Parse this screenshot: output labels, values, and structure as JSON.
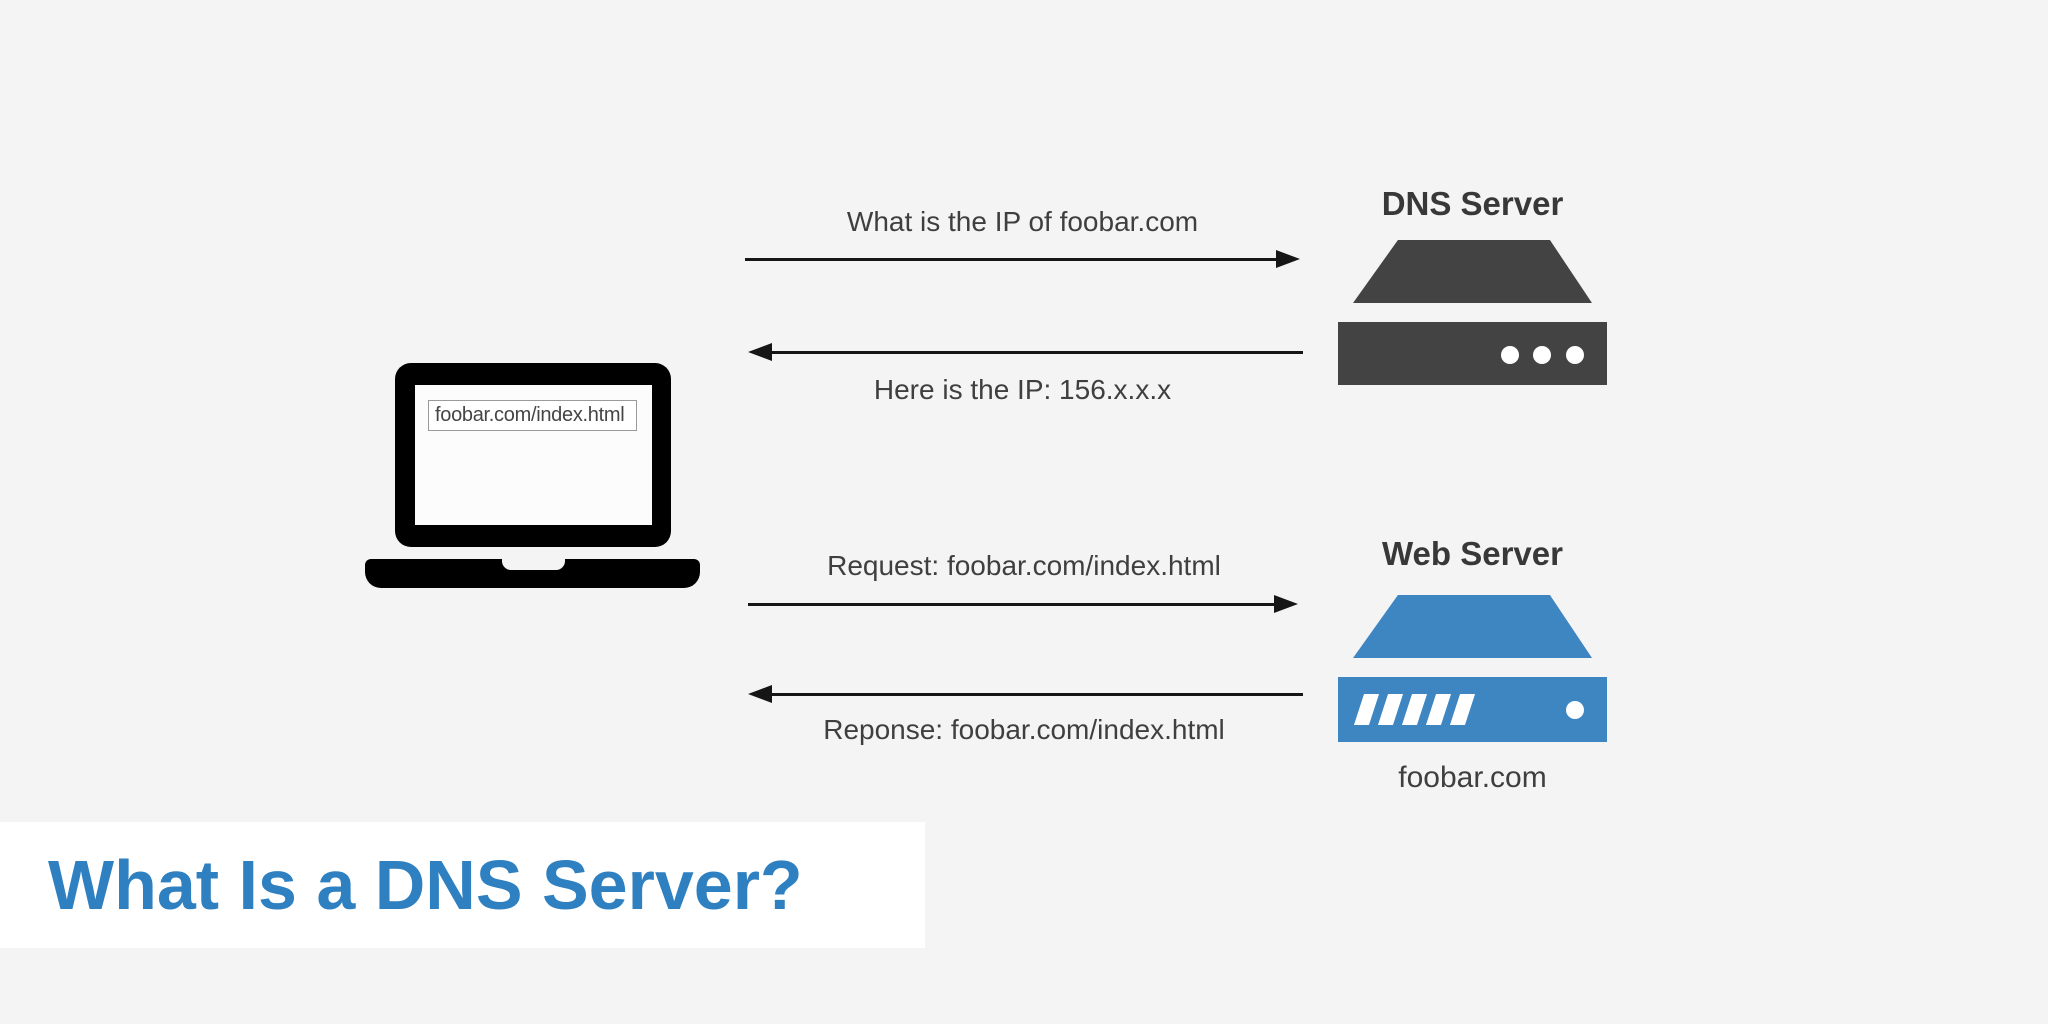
{
  "page": {
    "background_color": "#f4f4f4"
  },
  "title_banner": {
    "text": "What Is a DNS Server?",
    "text_color": "#2e80c1",
    "background_color": "#ffffff"
  },
  "client_laptop": {
    "browser_url": "foobar.com/index.html"
  },
  "dns_server": {
    "label": "DNS Server",
    "icon_color": "#434343"
  },
  "web_server": {
    "label": "Web Server",
    "domain": "foobar.com",
    "icon_color": "#3d86c2"
  },
  "messages": {
    "dns_request": {
      "text": "What is the IP of foobar.com",
      "direction": "right"
    },
    "dns_response": {
      "text": "Here is the IP: 156.x.x.x",
      "direction": "left"
    },
    "web_request": {
      "text": "Request: foobar.com/index.html",
      "direction": "right"
    },
    "web_response": {
      "text": "Reponse: foobar.com/index.html",
      "direction": "left"
    }
  }
}
